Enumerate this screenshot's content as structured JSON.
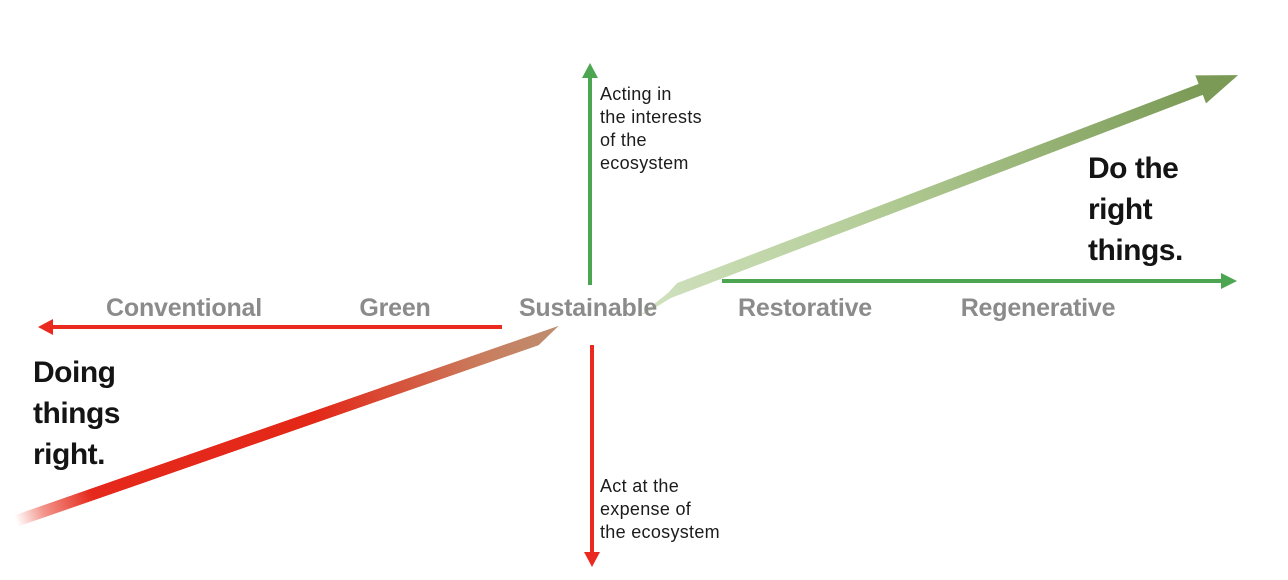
{
  "diagram": {
    "type": "sustainability-spectrum",
    "spectrum": {
      "labels": [
        "Conventional",
        "Green",
        "Sustainable",
        "Restorative",
        "Regenerative"
      ]
    },
    "vertical_axis": {
      "top_caption_lines": [
        "Acting in",
        "the interests",
        "of the",
        "ecosystem"
      ],
      "bottom_caption_lines": [
        "Act at the",
        "expense of",
        "the ecosystem"
      ]
    },
    "annotations": {
      "bottom_left_lines": [
        "Doing",
        "things",
        "right."
      ],
      "top_right_lines": [
        "Do the",
        "right",
        "things."
      ]
    },
    "icons": {
      "up_arrow": "green-up-arrow-icon",
      "down_arrow": "red-down-arrow-icon",
      "left_arrow": "red-left-arrow-icon",
      "right_arrow": "green-right-arrow-icon",
      "diagonal_arrow": "red-to-green-diagonal-arrow-icon"
    },
    "colors": {
      "axis_green": "#4ca551",
      "axis_red": "#ea291f",
      "diagonal_green_dark": "#7a9a55",
      "diagonal_green_light": "#cfe0bd",
      "diagonal_red": "#e5281b",
      "diagonal_tan": "#bd8e70",
      "label_gray": "#8b8b8b",
      "text_black": "#141414",
      "background": "#ffffff"
    }
  }
}
